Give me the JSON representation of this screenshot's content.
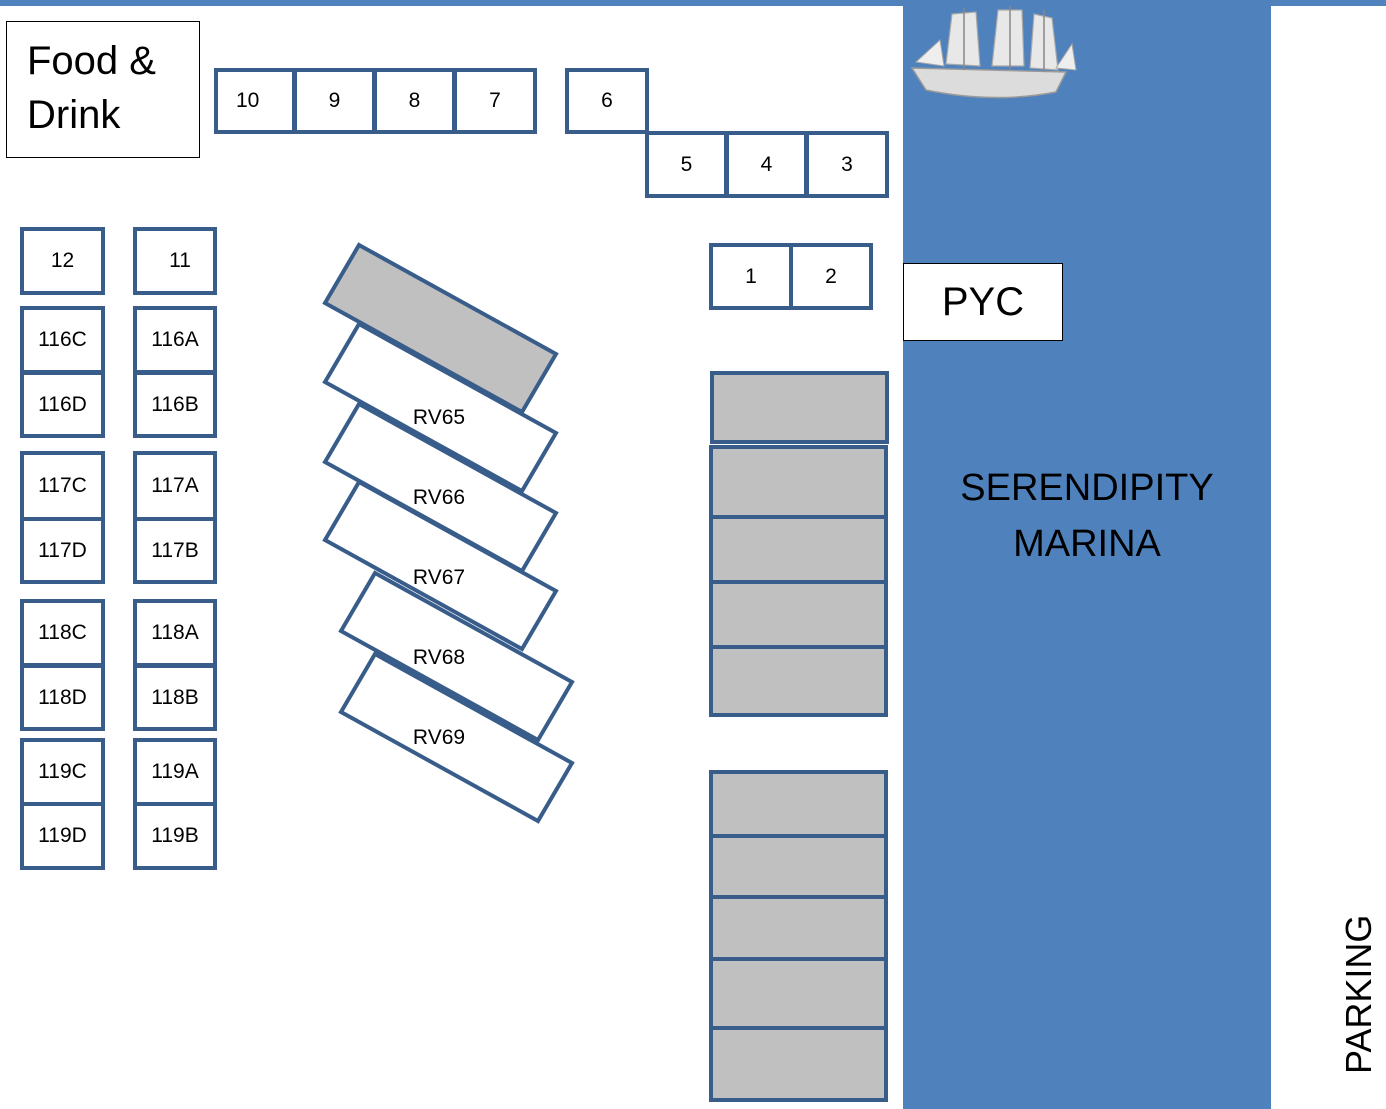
{
  "areas": {
    "food_drink_line1": "Food &",
    "food_drink_line2": "Drink",
    "pyc": "PYC",
    "marina_line1": "SERENDIPITY",
    "marina_line2": "MARINA",
    "parking": "PARKING"
  },
  "top_stalls": [
    "10",
    "9",
    "8",
    "7",
    "6",
    "5",
    "4",
    "3",
    "1",
    "2",
    "12",
    "11"
  ],
  "vendor_stalls": [
    "116C",
    "116A",
    "116D",
    "116B",
    "117C",
    "117A",
    "117D",
    "117B",
    "118C",
    "118A",
    "118D",
    "118B",
    "119C",
    "119A",
    "119D",
    "119B"
  ],
  "rv_sites": [
    "RV65",
    "RV66",
    "RV67",
    "RV68",
    "RV69"
  ],
  "colors": {
    "water": "#4f81bd",
    "outline": "#385d8a",
    "reserved": "#c0c0c0"
  },
  "icons": {
    "ship": "sailing-ship-icon"
  }
}
